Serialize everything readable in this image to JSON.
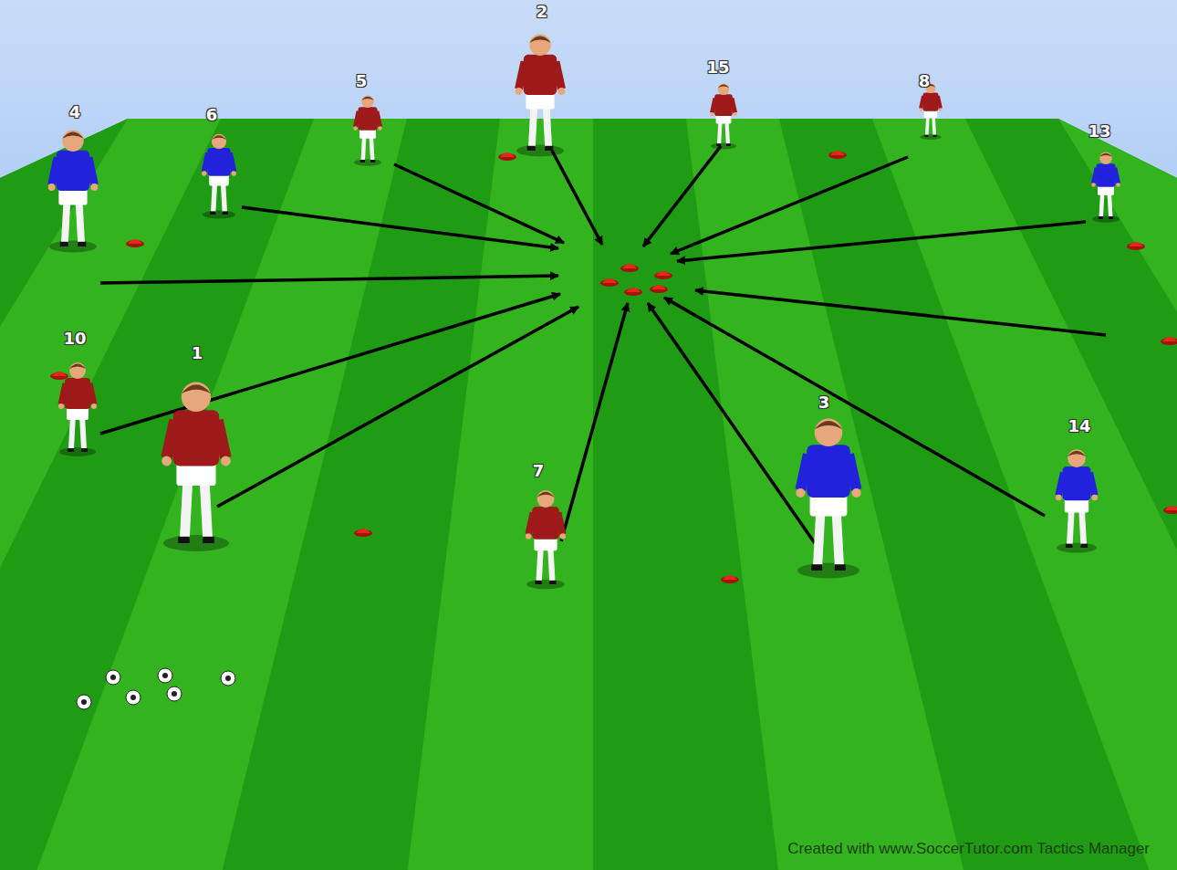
{
  "diagram": {
    "labels": [
      "4",
      "6",
      "5",
      "2",
      "15",
      "8",
      "13",
      "10",
      "1",
      "7",
      "3",
      "14",
      "Created with www.SoccerTutor.com Tactics Manager"
    ]
  }
}
